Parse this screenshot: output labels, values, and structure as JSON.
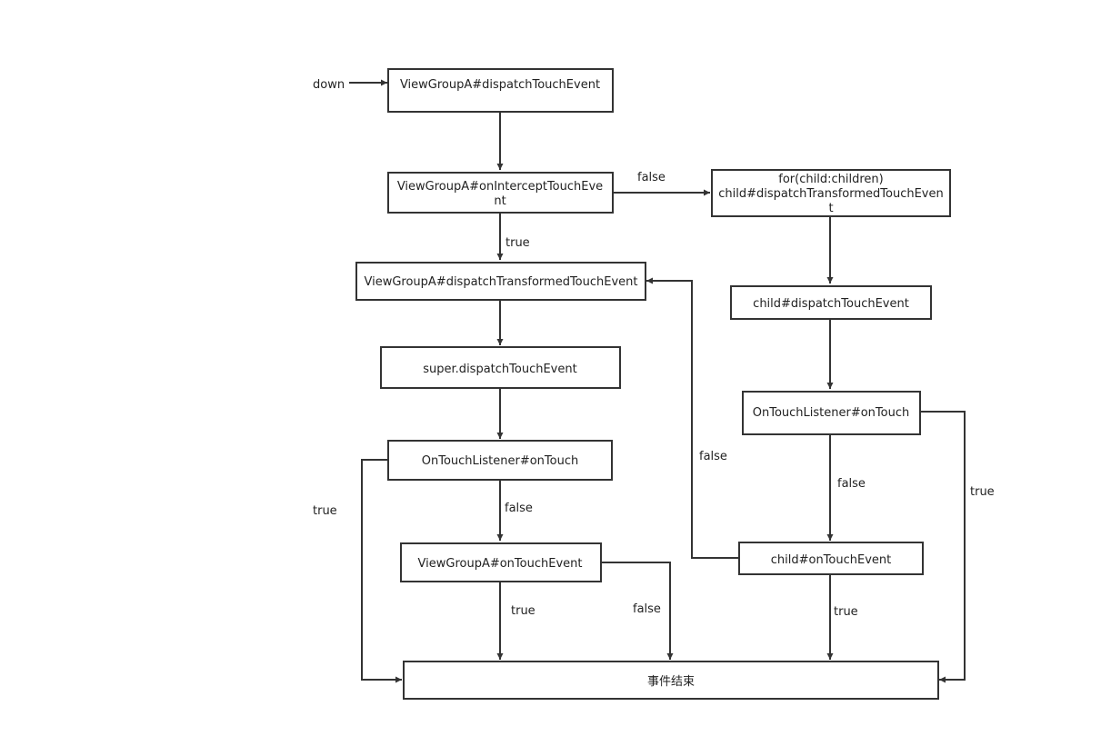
{
  "diagram": {
    "start_label": "down",
    "nodes": {
      "vga_dispatch": "ViewGroupA#dispatchTouchEvent",
      "vga_intercept_line1": "ViewGroupA#onInterceptTouchEve",
      "vga_intercept_line2": "nt",
      "for_children_line1": "for(child:children)",
      "for_children_line2": "child#dispatchTransformedTouchEven",
      "for_children_line3": "t",
      "vga_transformed": "ViewGroupA#dispatchTransformedTouchEvent",
      "child_dispatch": "child#dispatchTouchEvent",
      "super_dispatch": "super.dispatchTouchEvent",
      "child_listener": "OnTouchListener#onTouch",
      "vga_listener": "OnTouchListener#onTouch",
      "vga_ontouch": "ViewGroupA#onTouchEvent",
      "child_ontouch": "child#onTouchEvent",
      "end": "事件结束"
    },
    "edge_labels": {
      "intercept_false": "false",
      "intercept_true": "true",
      "child_ontouch_false": "false",
      "vga_listener_true": "true",
      "vga_listener_false": "false",
      "child_listener_false": "false",
      "child_listener_true": "true",
      "vga_ontouch_true": "true",
      "vga_ontouch_false": "false",
      "child_ontouch_true": "true"
    }
  }
}
